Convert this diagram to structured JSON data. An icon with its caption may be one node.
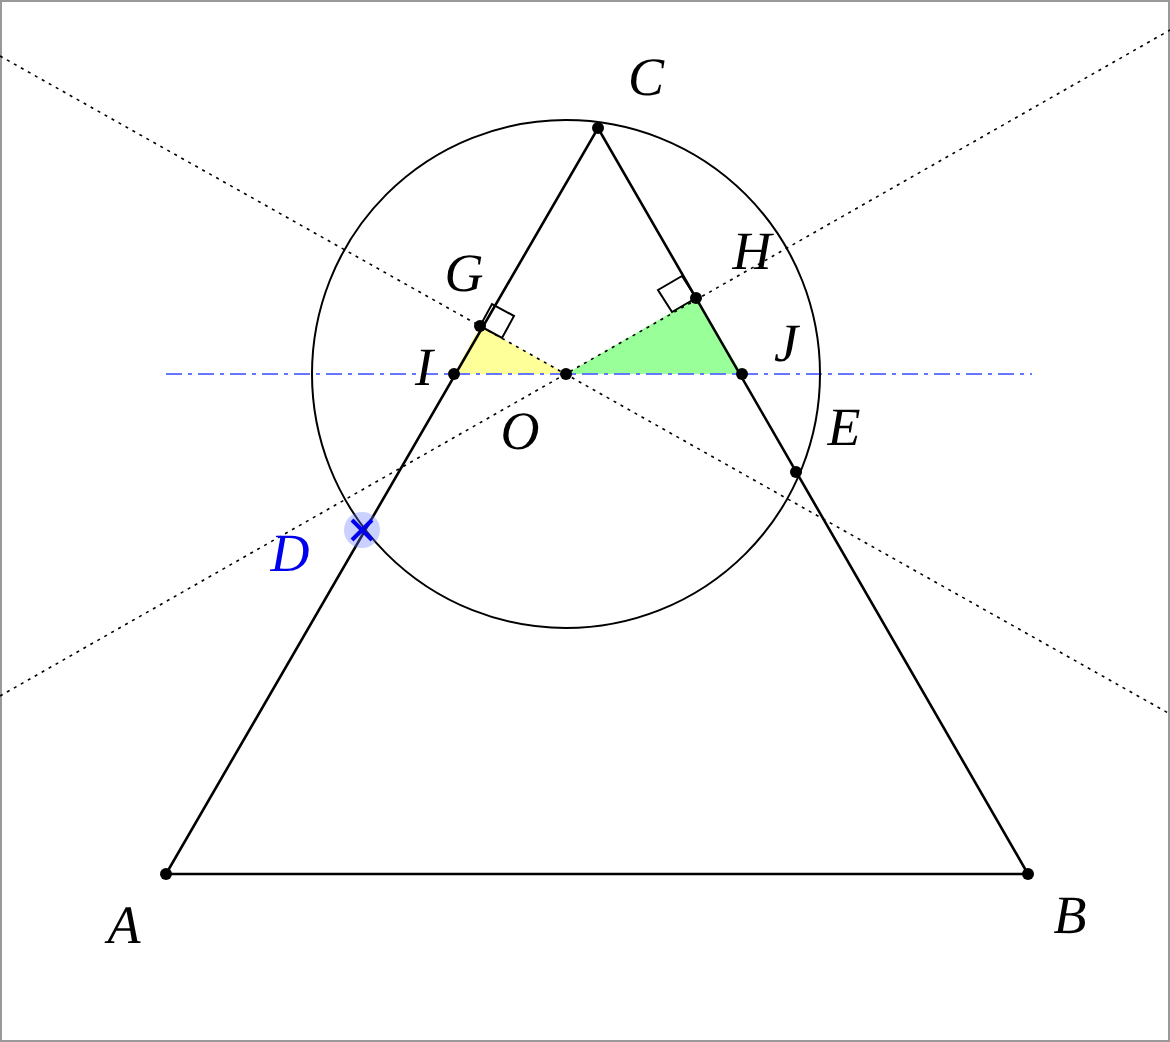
{
  "diagram": {
    "labels": [
      "C",
      "H",
      "G",
      "J",
      "I",
      "E",
      "O",
      "D",
      "A",
      "B"
    ]
  }
}
